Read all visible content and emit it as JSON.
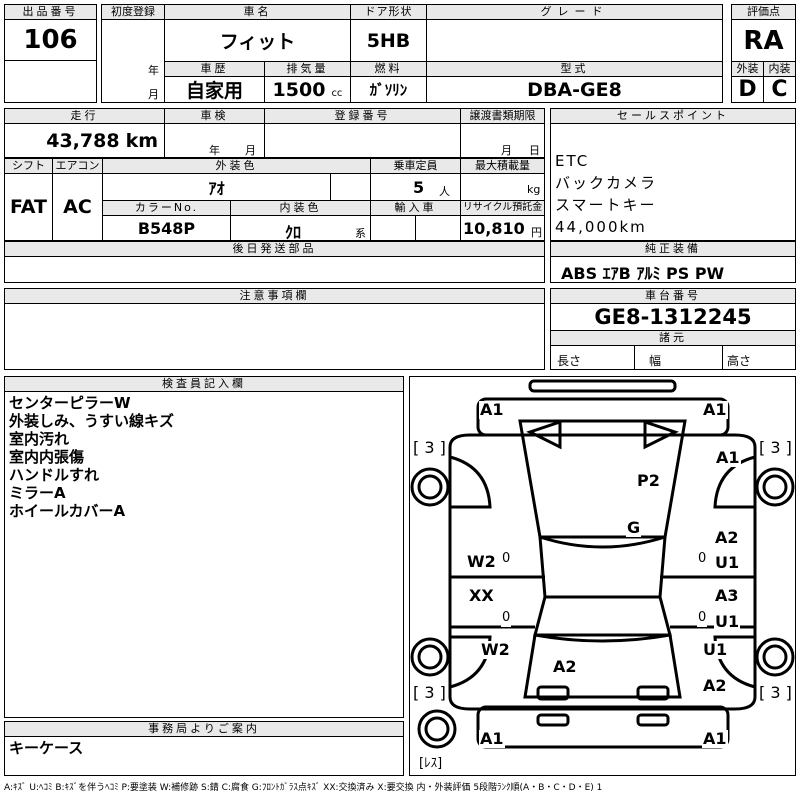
{
  "header": {
    "lot_number_label": "出品番号",
    "lot_number": "106",
    "first_reg_label": "初度登録",
    "year_unit": "年",
    "month_unit": "月",
    "car_name_label": "車名",
    "car_name": "フィット",
    "door_label": "ドア形状",
    "door": "5HB",
    "grade_label": "グレード",
    "grade": "",
    "score_label": "評価点",
    "score": "RA",
    "history_label": "車歴",
    "history": "自家用",
    "displacement_label": "排気量",
    "displacement": "1500",
    "displacement_unit": "cc",
    "fuel_label": "燃料",
    "fuel": "ｶﾞｿﾘﾝ",
    "model_label": "型式",
    "model": "DBA-GE8",
    "exterior_label": "外装",
    "exterior": "D",
    "interior_label": "内装",
    "interior": "C"
  },
  "row2": {
    "mileage_label": "走行",
    "mileage": "43,788",
    "mileage_unit": "km",
    "inspection_label": "車検",
    "inspection_year": "年",
    "inspection_month": "月",
    "reg_no_label": "登録番号",
    "transfer_label": "譲渡書類期限",
    "transfer_month": "月",
    "transfer_day": "日",
    "shift_label": "シフト",
    "shift": "FAT",
    "ac_label": "エアコン",
    "ac": "AC",
    "color_label": "外装色",
    "color": "ｱｵ",
    "capacity_label": "乗車定員",
    "capacity": "5",
    "capacity_unit": "人",
    "load_label": "最大積載量",
    "load_unit": "kg",
    "color_no_label": "カラーNo.",
    "color_no": "B548P",
    "interior_color_label": "内装色",
    "interior_color": "ｸﾛ",
    "interior_color_suffix": "系",
    "import_label": "輸入車",
    "recycle_label": "リサイクル預託金",
    "recycle": "10,810",
    "recycle_unit": "円"
  },
  "later_parts_label": "後日発送部品",
  "notes_label": "注意事項欄",
  "sales_points": {
    "label": "セールスポイント",
    "items": [
      "ETC",
      "バックカメラ",
      "スマートキー",
      "44,000km"
    ]
  },
  "equipment": {
    "label": "純正装備",
    "value": "ABS ｴｱB ｱﾙﾐ PS PW"
  },
  "chassis": {
    "label": "車台番号",
    "value": "GE8-1312245"
  },
  "specs": {
    "label": "諸元",
    "length": "長さ",
    "width": "幅",
    "height": "高さ"
  },
  "inspector": {
    "label": "検査員記入欄",
    "lines": [
      "センターピラーW",
      "外装しみ、うすい線キズ",
      "室内汚れ",
      "室内内張傷",
      "ハンドルすれ",
      "ミラーA",
      "ホイールカバーA"
    ]
  },
  "office": {
    "label": "事務局よりご案内",
    "text": "キーケース"
  },
  "diagram": {
    "marks": {
      "front_left": "A1",
      "front_right": "A1",
      "tire_fl": "[ 3 ]",
      "tire_fr": "[ 3 ]",
      "fender_r": "A1",
      "roof": "P2",
      "glass": "G",
      "w2_front": "W2",
      "a2_door": "A2",
      "u1_door": "U1",
      "xx": "XX",
      "a3": "A3",
      "u1_rear": "U1",
      "w2_rear": "W2",
      "u1_q": "U1",
      "a2_trunk": "A2",
      "a2_q": "A2",
      "tire_rl": "[ 3 ]",
      "tire_rr": "[ 3 ]",
      "rear_left": "A1",
      "rear_right": "A1",
      "spare": "[ﾚｽ]",
      "o1": "0",
      "o2": "0",
      "o3": "0",
      "o4": "0"
    }
  },
  "legend": "A:ｷｽﾞ U:ﾍｺﾐ B:ｷｽﾞを伴うﾍｺﾐ P:要塗装 W:補修跡 S:錆 C:腐食 G:ﾌﾛﾝﾄｶﾞﾗｽ点ｷｽﾞ XX:交換済み X:要交換 内・外装評価 5段階ﾗﾝｸ順(A・B・C・D・E) 1"
}
